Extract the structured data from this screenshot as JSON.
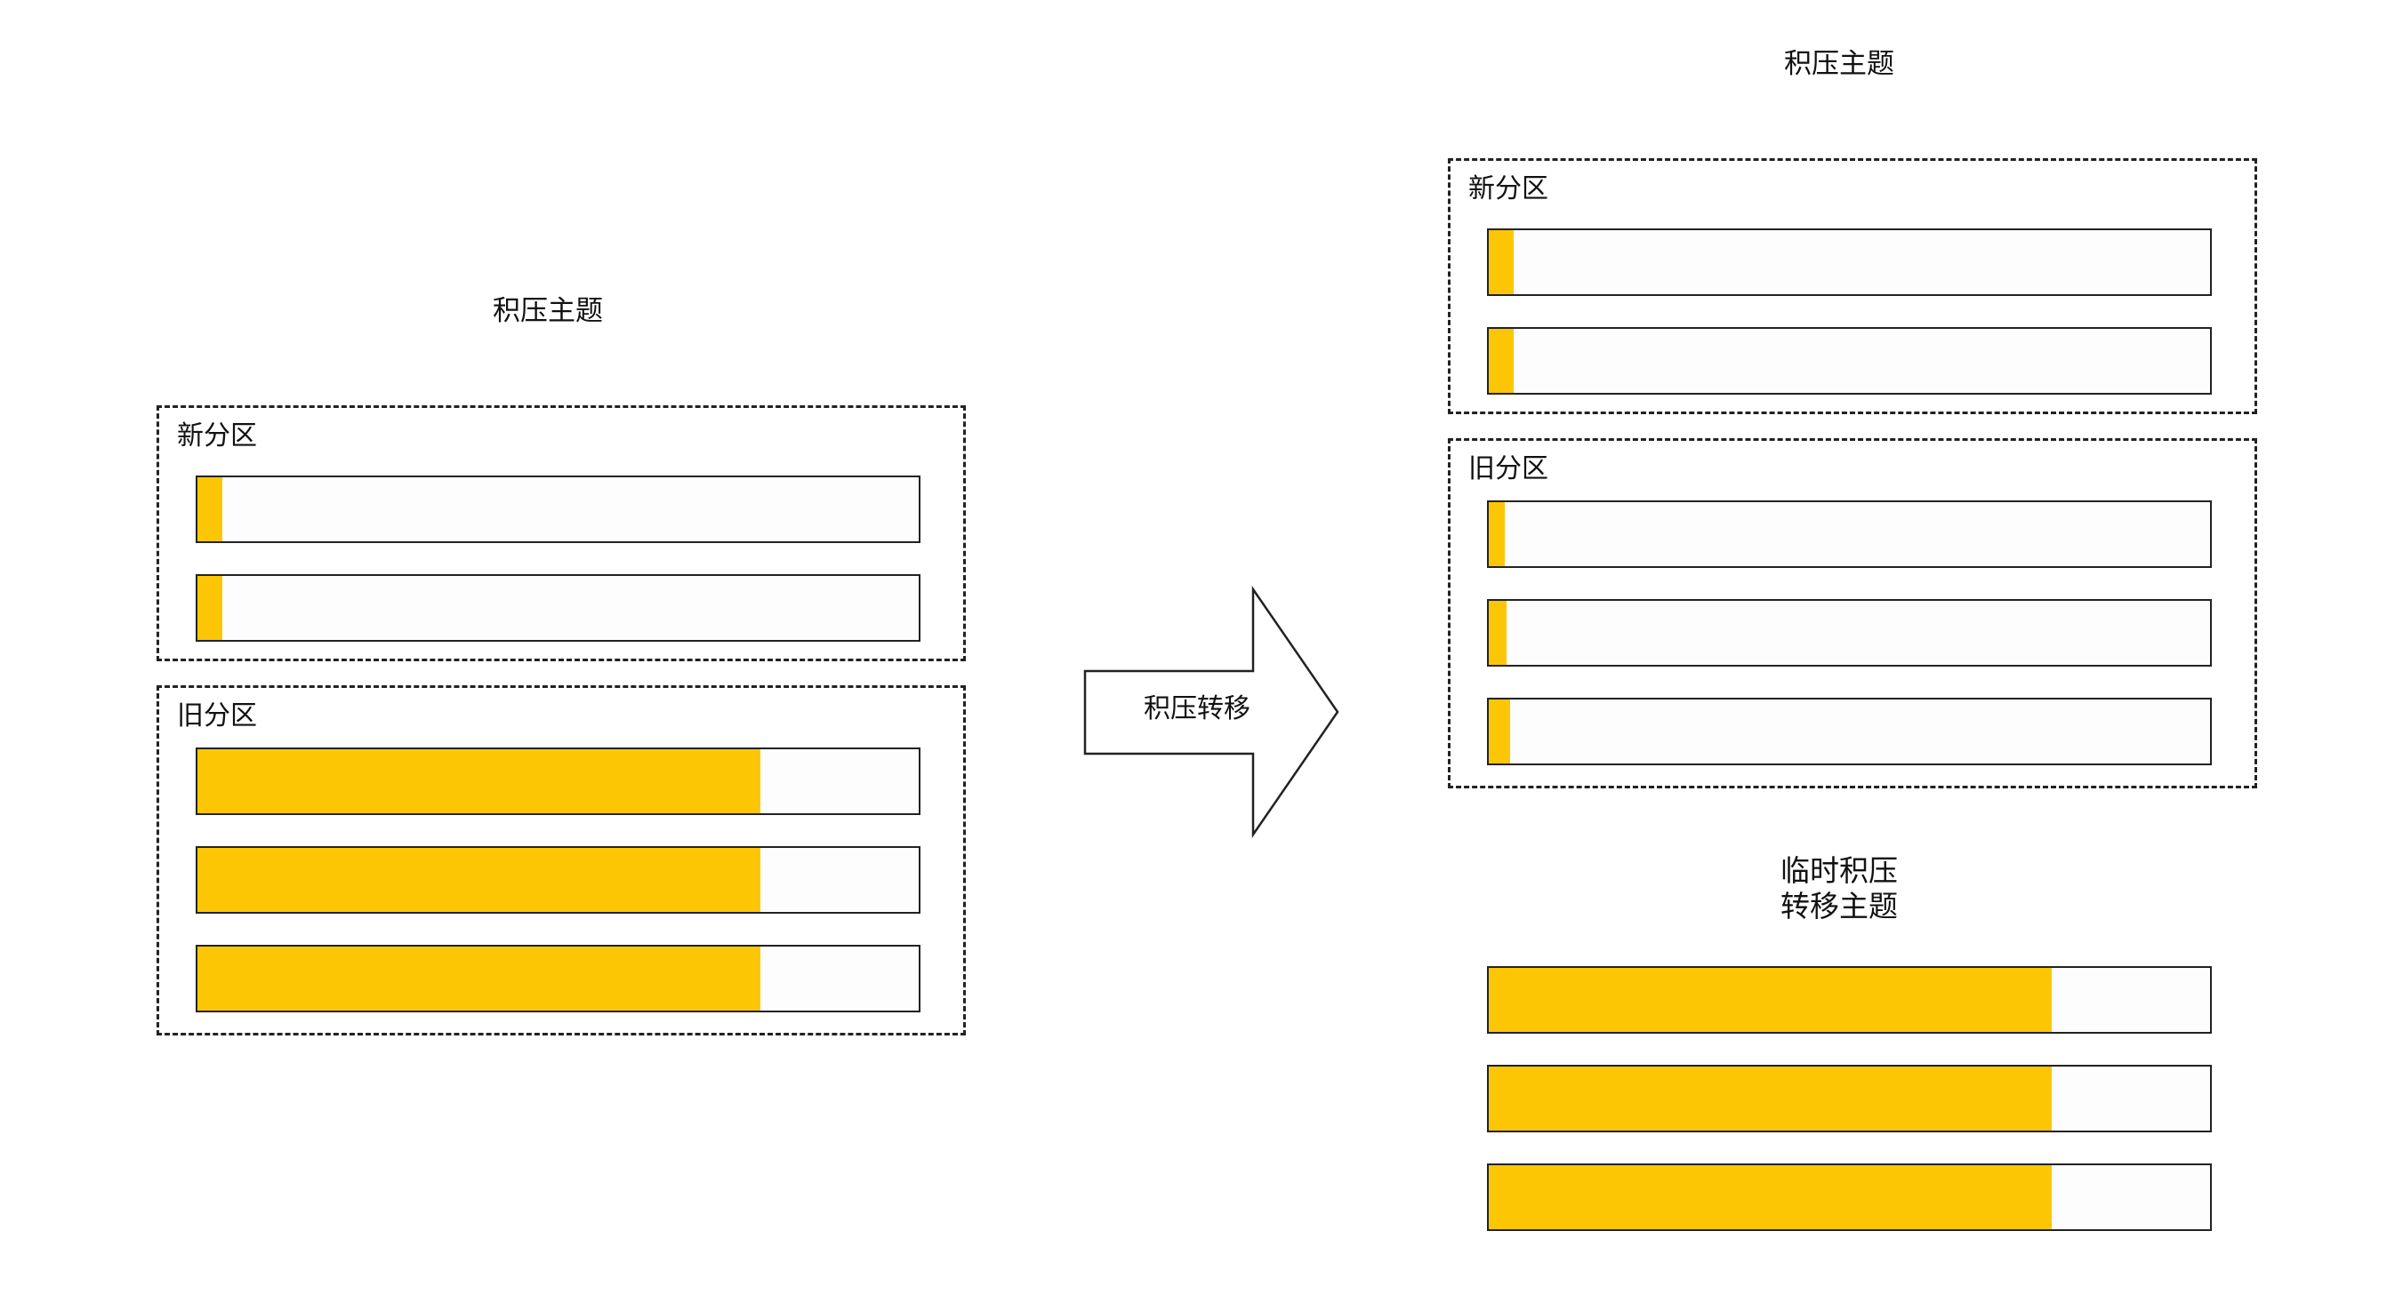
{
  "left": {
    "title": "积压主题",
    "new_group": {
      "label": "新分区",
      "partitions": [
        0.035,
        0.035
      ]
    },
    "old_group": {
      "label": "旧分区",
      "partitions": [
        0.78,
        0.78,
        0.78
      ]
    }
  },
  "arrow": {
    "label": "积压转移"
  },
  "right": {
    "title": "积压主题",
    "new_group": {
      "label": "新分区",
      "partitions": [
        0.035,
        0.035
      ]
    },
    "old_group": {
      "label": "旧分区",
      "partitions": [
        0.022,
        0.025,
        0.03
      ]
    },
    "temp": {
      "title_line1": "临时积压",
      "title_line2": "转移主题",
      "partitions": [
        0.78,
        0.78,
        0.78
      ]
    }
  },
  "colors": {
    "fill": "#FDC605",
    "border": "#222222",
    "background": "#FFFFFF"
  }
}
